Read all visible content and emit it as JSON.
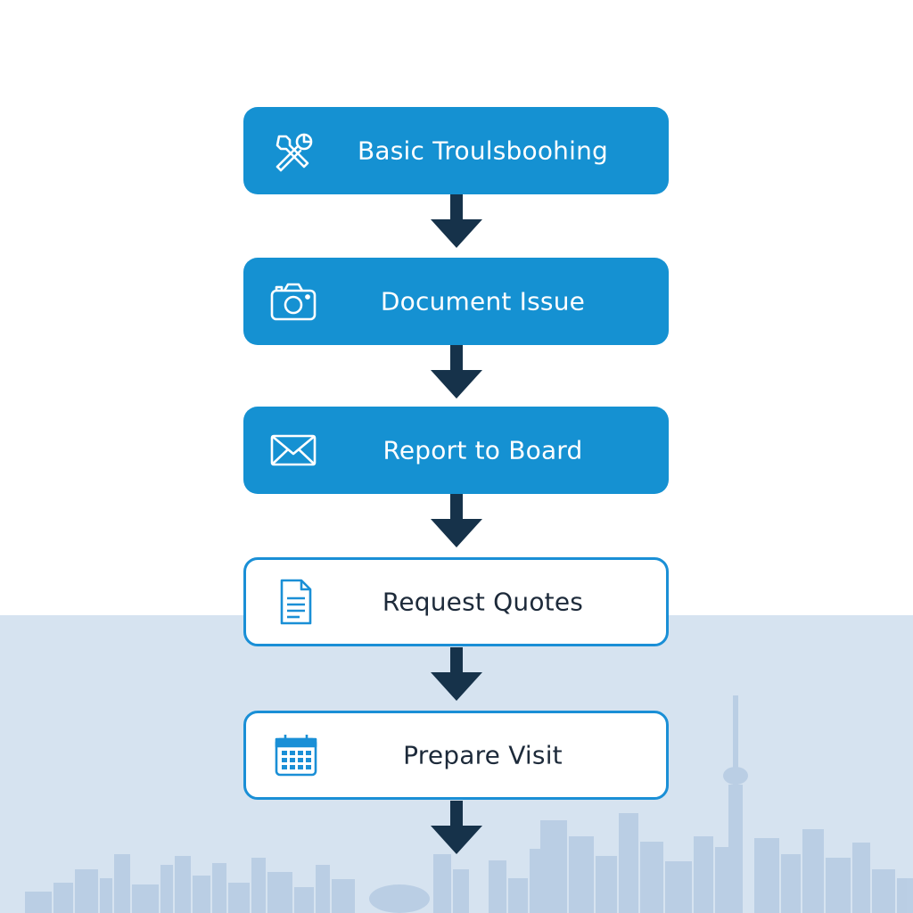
{
  "colors": {
    "step_fill": "#1591d2",
    "step_outline": "#1a8fd6",
    "arrow": "#16324a",
    "skyline_band": "#d4e1ef",
    "skyline_buildings": "#b7cce4"
  },
  "steps": [
    {
      "label": "Basic Troulsboohing",
      "icon": "tools-icon",
      "style": "filled"
    },
    {
      "label": "Document Issue",
      "icon": "camera-icon",
      "style": "filled"
    },
    {
      "label": "Report to Board",
      "icon": "envelope-icon",
      "style": "filled"
    },
    {
      "label": "Request Quotes",
      "icon": "document-icon",
      "style": "outlined"
    },
    {
      "label": "Prepare Visit",
      "icon": "calendar-icon",
      "style": "outlined"
    }
  ]
}
